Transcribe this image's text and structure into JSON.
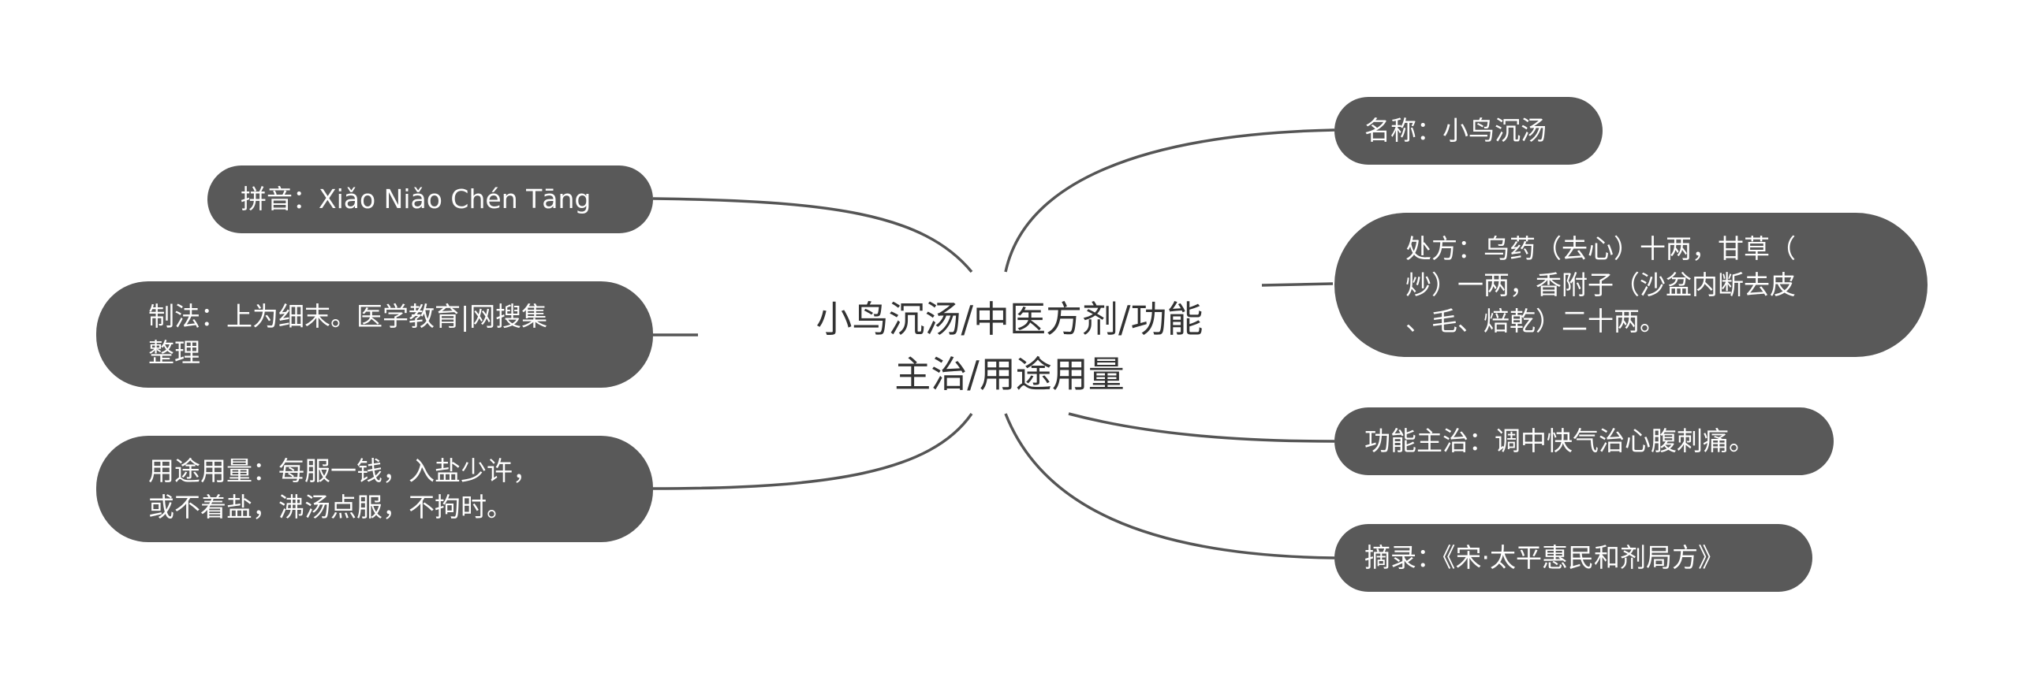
{
  "mindmap": {
    "center": {
      "line1": "小鸟沉汤/中医方剂/功能",
      "line2": "主治/用途用量"
    },
    "left": [
      {
        "text": "拼音：Xiǎo Niǎo Chén Tāng"
      },
      {
        "text": "制法：上为细末。医学教育|网搜集\n整理"
      },
      {
        "text": "用途用量：每服一钱，入盐少许，\n或不着盐，沸汤点服，不拘时。"
      }
    ],
    "right": [
      {
        "text": "名称：小鸟沉汤"
      },
      {
        "text": "处方：乌药（去心）十两，甘草（\n炒）一两，香附子（沙盆内断去皮\n、毛、焙乾）二十两。"
      },
      {
        "text": "功能主治：调中快气治心腹刺痛。"
      },
      {
        "text": "摘录：《宋·太平惠民和剂局方》"
      }
    ]
  },
  "colors": {
    "node_fill": "#595959",
    "node_text": "#ffffff",
    "connector": "#555555",
    "center_text": "#333333"
  }
}
